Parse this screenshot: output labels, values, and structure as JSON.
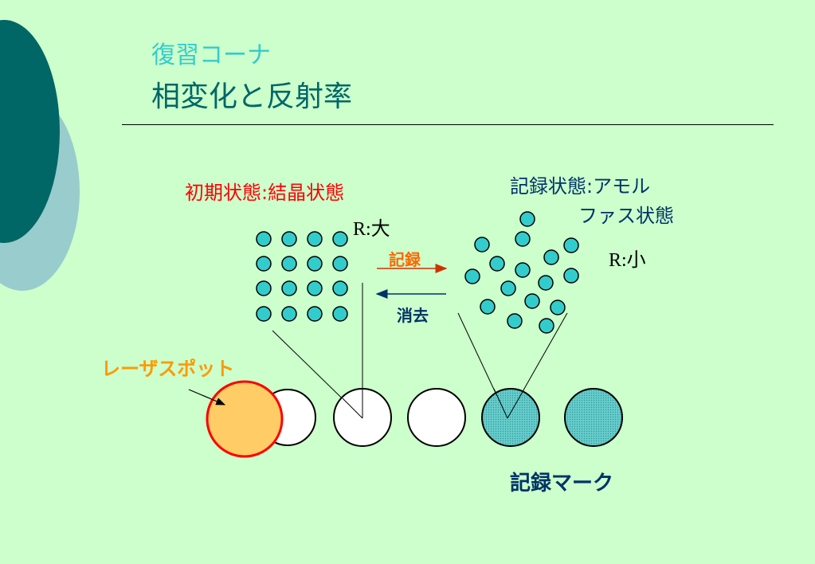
{
  "title": {
    "line1": "復習コーナ",
    "line2": "相変化と反射率"
  },
  "states": {
    "initial": "初期状態:結晶状態",
    "recorded_line1": "記録状態:アモル",
    "recorded_line2": "ファス状態"
  },
  "reflectance": {
    "large": "R:大",
    "small": "R:小"
  },
  "arrows": {
    "record": "記録",
    "erase": "消去"
  },
  "labels": {
    "laser_spot": "レーザスポット",
    "record_mark": "記録マーク"
  },
  "colors": {
    "background": "#ccffcc",
    "atom": "#33cccc",
    "laser_fill": "#ffcc66",
    "laser_stroke": "#ff0000",
    "mark_fill": "#66cccc",
    "deco_dark": "#006666",
    "deco_light": "#99cccc"
  }
}
